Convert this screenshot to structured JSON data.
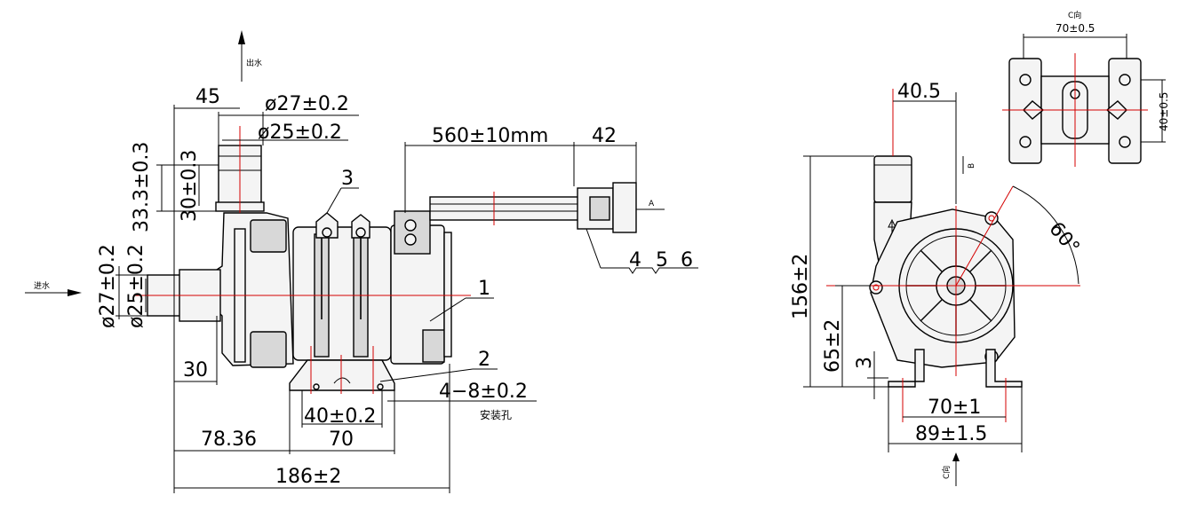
{
  "labels": {
    "outlet": "出水",
    "inlet": "进水",
    "view_c": "C向",
    "view_c_arrow": "C向",
    "mount_hole": "安装孔",
    "a_mark": "A",
    "b_mark": "B"
  },
  "dims": {
    "d45": "45",
    "d27_top": "ø27±0.2",
    "d25_top": "ø25±0.2",
    "d33": "33.3±0.3",
    "d30v": "30±0.3",
    "d27_in": "ø27±0.2",
    "d25_in": "ø25±0.2",
    "d30h": "30",
    "d78": "78.36",
    "d70": "70",
    "d186": "186±2",
    "d40": "40±0.2",
    "d48": "4−8±0.2",
    "d560": "560±10mm",
    "d42": "42",
    "d405": "40.5",
    "d156": "156±2",
    "d65": "65±2",
    "d3": "3",
    "d70r": "70±1",
    "d89": "89±1.5",
    "d60": "60°",
    "c70": "70±0.5",
    "c40": "40±0.5"
  },
  "callouts": {
    "c1": "1",
    "c2": "2",
    "c3": "3",
    "c4": "4",
    "c5": "5",
    "c6": "6"
  }
}
